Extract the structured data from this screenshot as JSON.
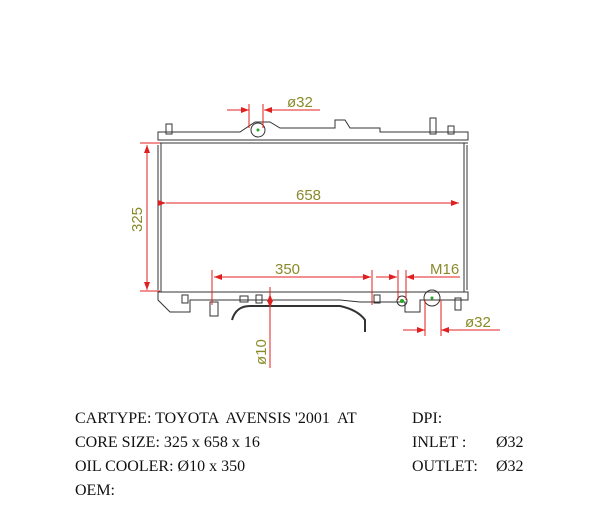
{
  "drawing": {
    "dimensions": {
      "width": "658",
      "height": "325",
      "inlet_top": "ø32",
      "outlet_bottom": "ø32",
      "oil_cooler_length": "350",
      "oil_cooler_dia": "ø10",
      "drain_thread": "M16"
    },
    "colors": {
      "dimension_line": "#e02020",
      "dimension_text": "#8a8a2a",
      "outline": "#333333",
      "marker": "#22aa22"
    }
  },
  "specs": {
    "cartype_label": "CARTYPE:",
    "cartype_value": "TOYOTA  AVENSIS '2001  AT",
    "core_label": "CORE SIZE:",
    "core_value": "325 x 658 x 16",
    "oil_label": "OIL COOLER:",
    "oil_value": "Ø10 x 350",
    "oem_label": "OEM:",
    "dpi_label": "DPI:",
    "inlet_label": "INLET :",
    "inlet_value": "Ø32",
    "outlet_label": "OUTLET:",
    "outlet_value": "Ø32"
  }
}
